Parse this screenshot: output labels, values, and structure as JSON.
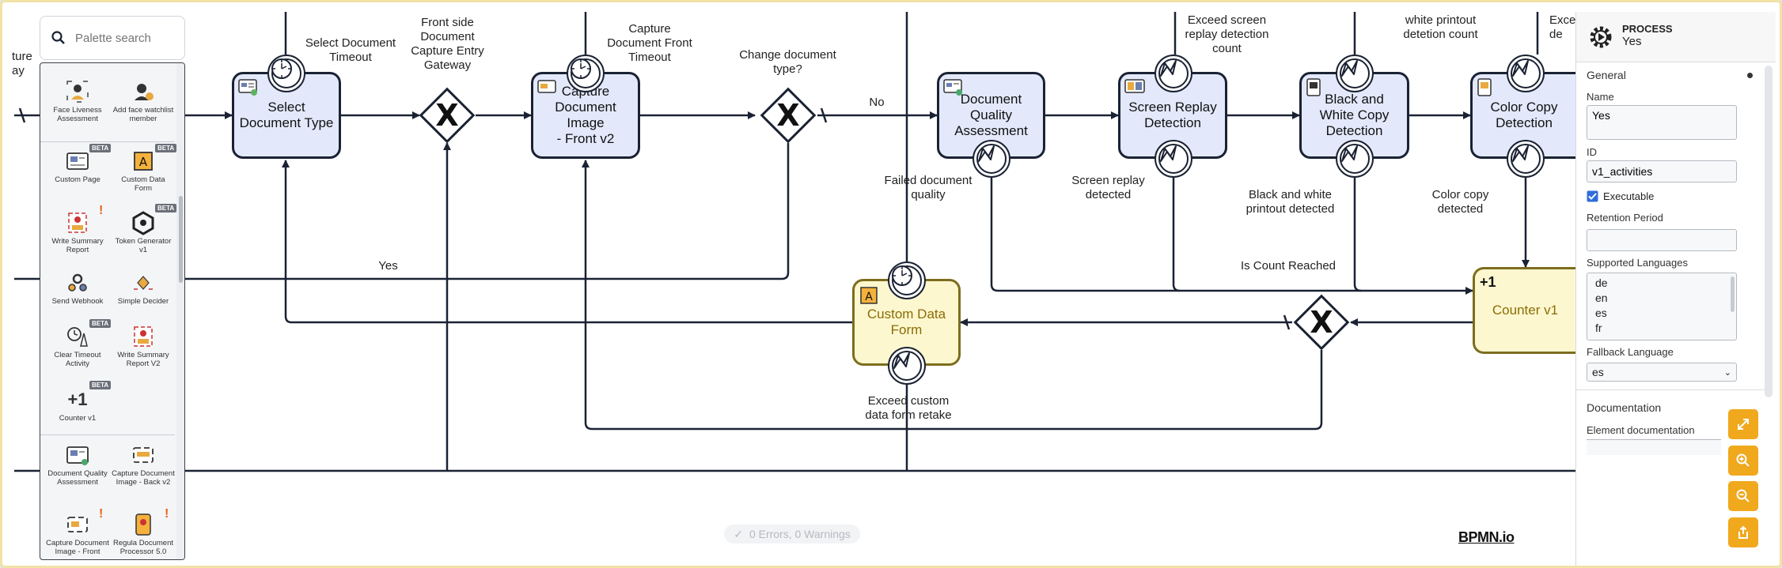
{
  "palette": {
    "search_placeholder": "Palette search",
    "items": [
      {
        "label": "Face Liveness Assessment",
        "icon": "face-liveness-icon"
      },
      {
        "label": "Add face watchlist member",
        "icon": "add-face-watchlist-icon"
      },
      {
        "label": "Custom Page",
        "icon": "custom-page-icon",
        "badge": "BETA"
      },
      {
        "label": "Custom Data Form",
        "icon": "custom-data-form-icon",
        "badge": "BETA"
      },
      {
        "label": "Write Summary Report",
        "icon": "write-summary-report-icon",
        "warning": "!"
      },
      {
        "label": "Token Generator v1",
        "icon": "token-generator-icon",
        "badge": "BETA"
      },
      {
        "label": "Send Webhook",
        "icon": "send-webhook-icon"
      },
      {
        "label": "Simple Decider",
        "icon": "simple-decider-icon"
      },
      {
        "label": "Clear Timeout Activity",
        "icon": "clear-timeout-icon",
        "badge": "BETA"
      },
      {
        "label": "Write Summary Report V2",
        "icon": "write-summary-report-v2-icon"
      },
      {
        "label": "Counter v1",
        "icon": "counter-icon",
        "badge": "BETA",
        "glyph": "+1"
      },
      {
        "label": "Document Quality Assessment",
        "icon": "document-quality-icon"
      },
      {
        "label": "Capture Document Image - Back v2",
        "icon": "capture-back-icon"
      },
      {
        "label": "Capture Document Image - Front",
        "icon": "capture-front-icon",
        "warning": "!"
      },
      {
        "label": "Regula Document Processor 5.0",
        "icon": "regula-icon",
        "warning": "!"
      }
    ]
  },
  "diagram": {
    "tasks": {
      "select_document_type": "Select\nDocument Type",
      "capture_front": "Capture\nDocument\nImage\n- Front v2",
      "document_quality": "Document\nQuality\nAssessment",
      "screen_replay": "Screen Replay\nDetection",
      "black_white": "Black and\nWhite Copy\nDetection",
      "color_copy": "Color Copy\nDetection",
      "custom_data_form": "Custom Data\nForm",
      "counter": "Counter v1",
      "counter_glyph": "+1"
    },
    "labels": {
      "left_cut": "ture\nay",
      "select_doc_timeout": "Select Document\nTimeout",
      "front_side_gateway": "Front side\nDocument\nCapture Entry\nGateway",
      "capture_front_timeout": "Capture\nDocument Front\nTimeout",
      "change_doc_type": "Change document\ntype?",
      "no": "No",
      "yes": "Yes",
      "failed_quality": "Failed document\nquality",
      "screen_replay_detected": "Screen replay\ndetected",
      "exceed_screen_replay": "Exceed screen\nreplay detection\ncount",
      "white_printout_count": "white printout\ndetetion count",
      "exceed_right_cut": "Exce\nde",
      "bw_printout_detected": "Black and white\nprintout detected",
      "color_copy_detected": "Color copy\ndetected",
      "is_count_reached": "Is Count Reached",
      "exceed_custom_form": "Exceed custom\ndata form retake"
    },
    "status": "0 Errors, 0 Warnings",
    "logo": "BPMN.io"
  },
  "properties": {
    "header_type": "PROCESS",
    "header_name": "Yes",
    "section_general": "General",
    "name_label": "Name",
    "name_value": "Yes",
    "id_label": "ID",
    "id_value": "v1_activities",
    "executable_label": "Executable",
    "retention_label": "Retention Period",
    "retention_value": "",
    "languages_label": "Supported Languages",
    "languages": [
      "de",
      "en",
      "es",
      "fr"
    ],
    "fallback_label": "Fallback Language",
    "fallback_value": "es",
    "documentation_label": "Documentation",
    "element_doc_label": "Element documentation"
  },
  "colors": {
    "task_fill": "#e3e9fb",
    "task_yellow_fill": "#fdf7cf",
    "accent_button": "#f0a81d",
    "frame_border": "#f2e2a6"
  }
}
